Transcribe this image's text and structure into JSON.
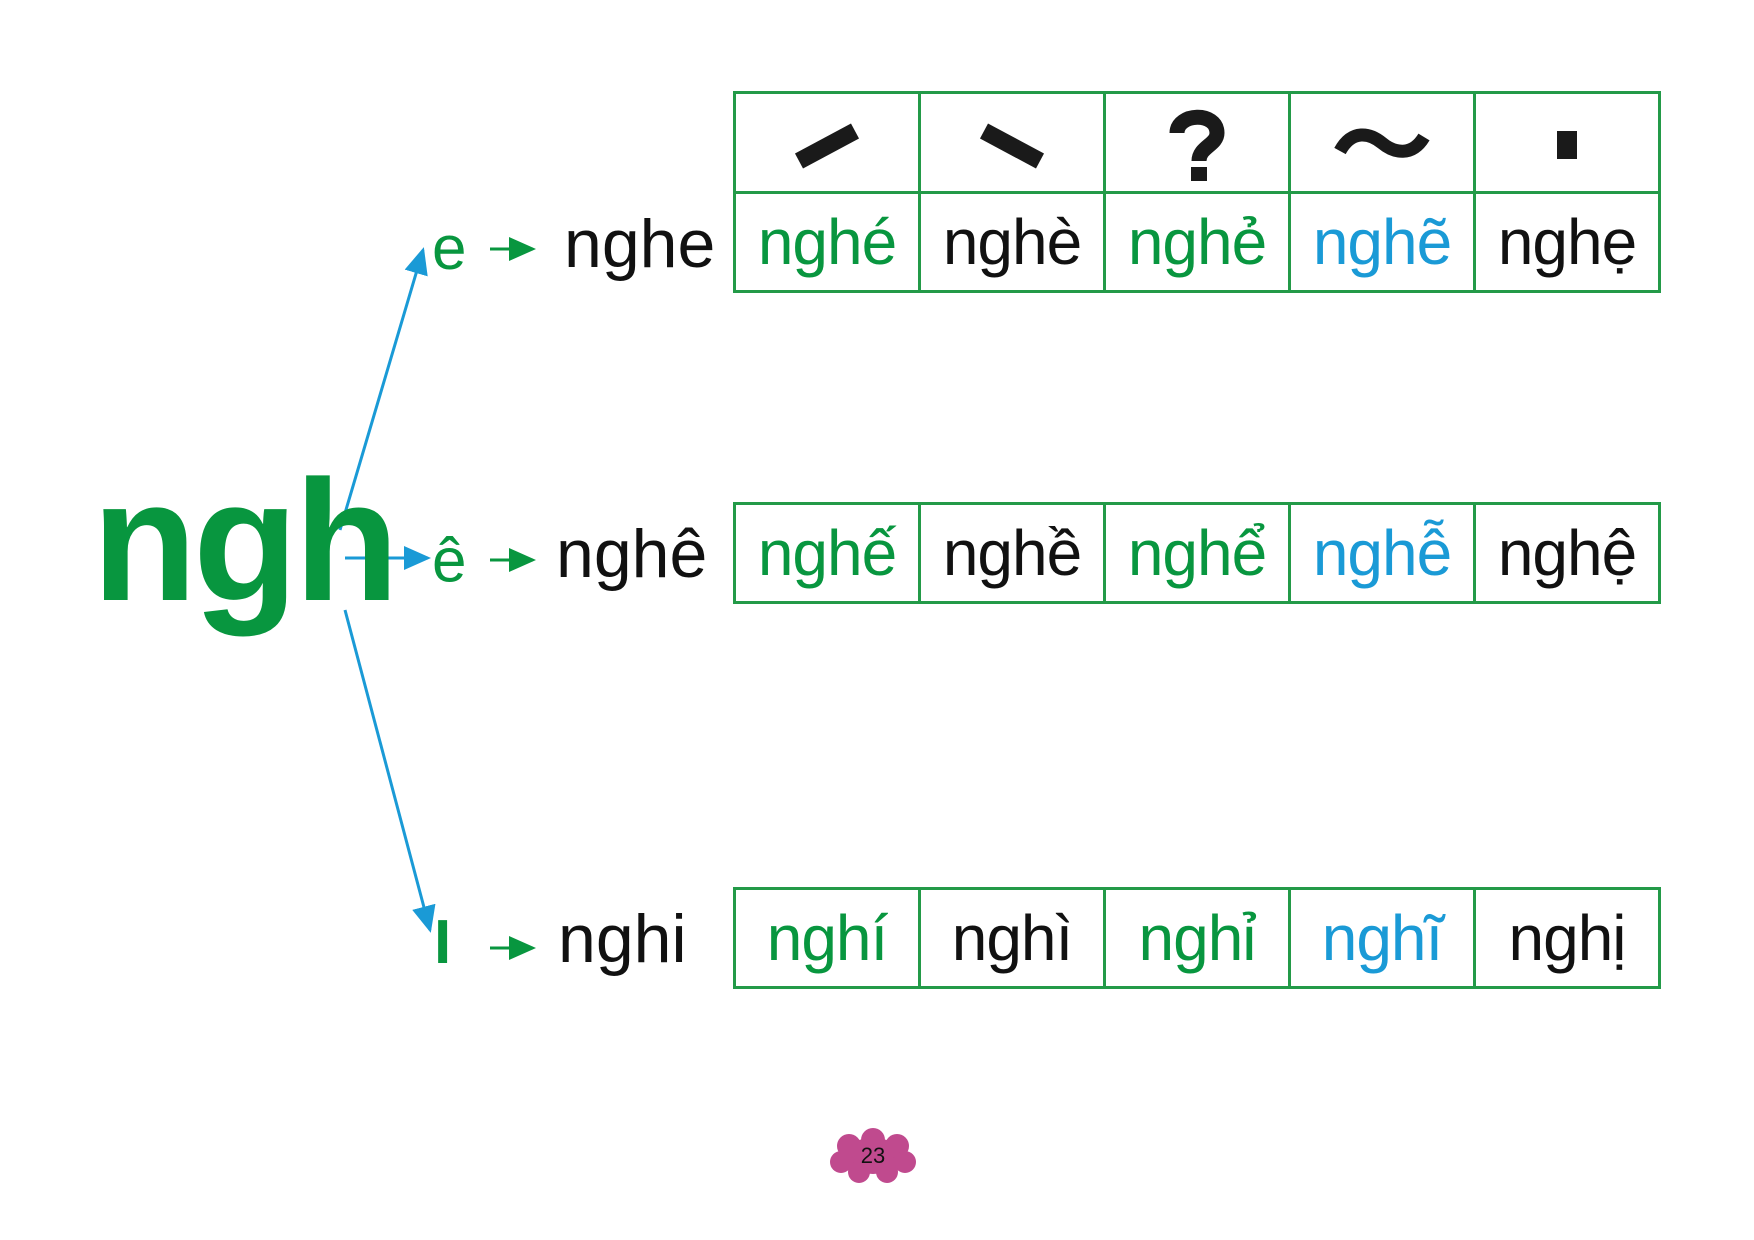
{
  "consonant": "ngh",
  "rows": [
    {
      "vowel": "e",
      "syllable": "nghe",
      "variants": [
        "nghé",
        "nghè",
        "nghẻ",
        "nghẽ",
        "nghẹ"
      ]
    },
    {
      "vowel": "ê",
      "syllable": "nghê",
      "variants": [
        "nghế",
        "nghề",
        "nghể",
        "nghễ",
        "nghệ"
      ]
    },
    {
      "vowel": "I",
      "syllable": "nghi",
      "variants": [
        "nghí",
        "nghì",
        "nghỉ",
        "nghĩ",
        "nghị"
      ]
    }
  ],
  "tone_marks": [
    "sac-mark-icon",
    "huyen-mark-icon",
    "hoi-mark-icon",
    "nga-mark-icon",
    "nang-mark-icon"
  ],
  "variant_colors": [
    "#08963f",
    "#111111",
    "#08963f",
    "#1a9ad6",
    "#111111"
  ],
  "colors": {
    "green": "#08963f",
    "table_border": "#239a48",
    "blue": "#1a9ad6",
    "black": "#111111",
    "flower": "#c04a8e"
  },
  "page_number": "23"
}
